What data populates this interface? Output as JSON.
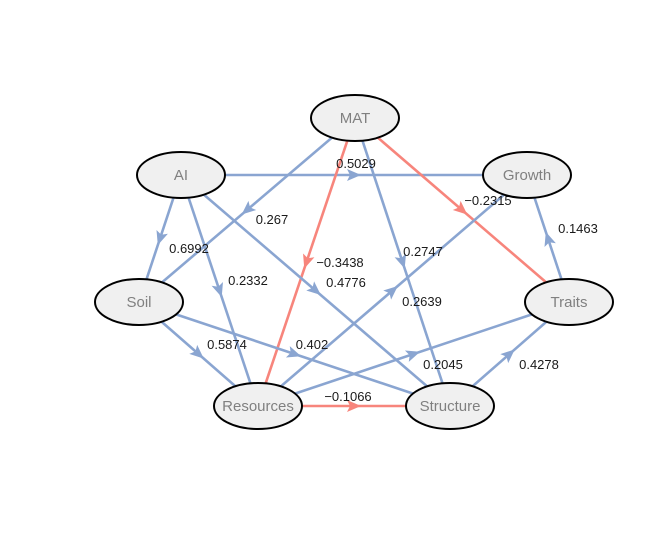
{
  "diagram": {
    "type": "path-diagram",
    "colors": {
      "positive": "#8aa5d1",
      "negative": "#f7857c",
      "node_fill": "#f0f0f0",
      "node_stroke": "#000000",
      "node_text": "#808080"
    },
    "nodes": [
      {
        "id": "MAT",
        "label": "MAT"
      },
      {
        "id": "AI",
        "label": "AI"
      },
      {
        "id": "Growth",
        "label": "Growth"
      },
      {
        "id": "Soil",
        "label": "Soil"
      },
      {
        "id": "Traits",
        "label": "Traits"
      },
      {
        "id": "Resources",
        "label": "Resources"
      },
      {
        "id": "Structure",
        "label": "Structure"
      }
    ],
    "edges": [
      {
        "from": "AI",
        "to": "Growth",
        "label": "0.5029",
        "sign": "positive"
      },
      {
        "from": "MAT",
        "to": "Traits",
        "label": "−0.2315",
        "sign": "negative"
      },
      {
        "from": "Traits",
        "to": "Growth",
        "label": "0.1463",
        "sign": "positive"
      },
      {
        "from": "MAT",
        "to": "Soil",
        "label": "0.267",
        "sign": "positive"
      },
      {
        "from": "AI",
        "to": "Soil",
        "label": "0.6992",
        "sign": "positive"
      },
      {
        "from": "MAT",
        "to": "Structure",
        "label": "0.2747",
        "sign": "positive"
      },
      {
        "from": "MAT",
        "to": "Resources",
        "label": "−0.3438",
        "sign": "negative"
      },
      {
        "from": "AI",
        "to": "Structure",
        "label": "0.4776",
        "sign": "positive"
      },
      {
        "from": "AI",
        "to": "Resources",
        "label": "0.2332",
        "sign": "positive"
      },
      {
        "from": "Resources",
        "to": "Growth",
        "label": "0.2639",
        "sign": "positive"
      },
      {
        "from": "Soil",
        "to": "Resources",
        "label": "0.5874",
        "sign": "positive"
      },
      {
        "from": "Soil",
        "to": "Structure",
        "label": "0.402",
        "sign": "positive"
      },
      {
        "from": "Resources",
        "to": "Traits",
        "label": "0.2045",
        "sign": "positive"
      },
      {
        "from": "Structure",
        "to": "Traits",
        "label": "0.4278",
        "sign": "positive"
      },
      {
        "from": "Resources",
        "to": "Structure",
        "label": "−0.1066",
        "sign": "negative"
      }
    ]
  }
}
